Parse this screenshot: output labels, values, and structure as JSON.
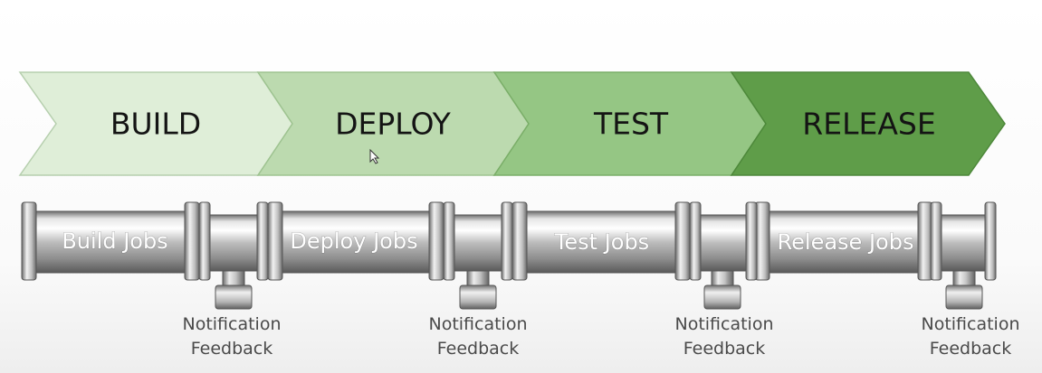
{
  "stages": [
    {
      "label": "BUILD",
      "color": "#dfeed8"
    },
    {
      "label": "DEPLOY",
      "color": "#bcdaaf"
    },
    {
      "label": "TEST",
      "color": "#95c684"
    },
    {
      "label": "RELEASE",
      "color": "#5f9d49"
    }
  ],
  "jobs": [
    {
      "label": "Build Jobs"
    },
    {
      "label": "Deploy Jobs"
    },
    {
      "label": "Test Jobs"
    },
    {
      "label": "Release Jobs"
    }
  ],
  "notifications": [
    {
      "line1": "Notification",
      "line2": "Feedback"
    },
    {
      "line1": "Notification",
      "line2": "Feedback"
    },
    {
      "line1": "Notification",
      "line2": "Feedback"
    },
    {
      "line1": "Notification",
      "line2": "Feedback"
    }
  ]
}
